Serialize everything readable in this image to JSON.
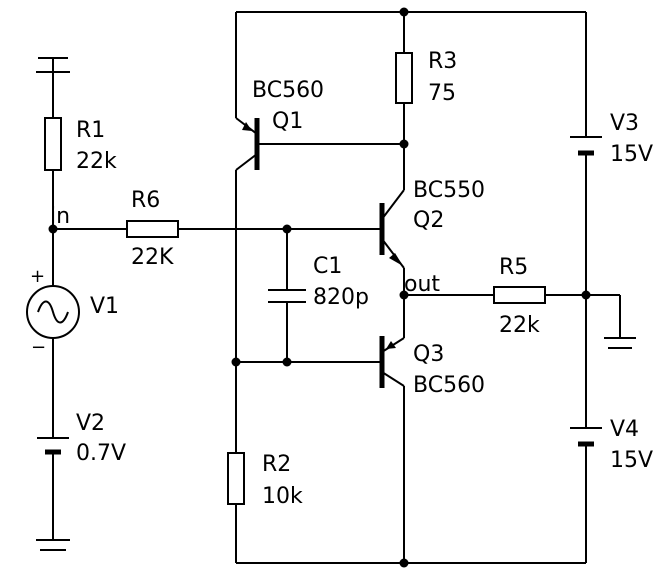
{
  "labels": {
    "r1_name": "R1",
    "r1_value": "22k",
    "r2_name": "R2",
    "r2_value": "10k",
    "r3_name": "R3",
    "r3_value": "75",
    "r5_name": "R5",
    "r5_value": "22k",
    "r6_name": "R6",
    "r6_value": "22K",
    "c1_name": "C1",
    "c1_value": "820p",
    "q1_model": "BC560",
    "q1_name": "Q1",
    "q2_model": "BC550",
    "q2_name": "Q2",
    "q3_name": "Q3",
    "q3_model": "BC560",
    "v1_name": "V1",
    "v1_plus": "+",
    "v1_minus": "−",
    "v2_name": "V2",
    "v2_value": "0.7V",
    "v3_name": "V3",
    "v3_value": "15V",
    "v4_name": "V4",
    "v4_value": "15V",
    "node_in": "in",
    "node_out": "out"
  }
}
